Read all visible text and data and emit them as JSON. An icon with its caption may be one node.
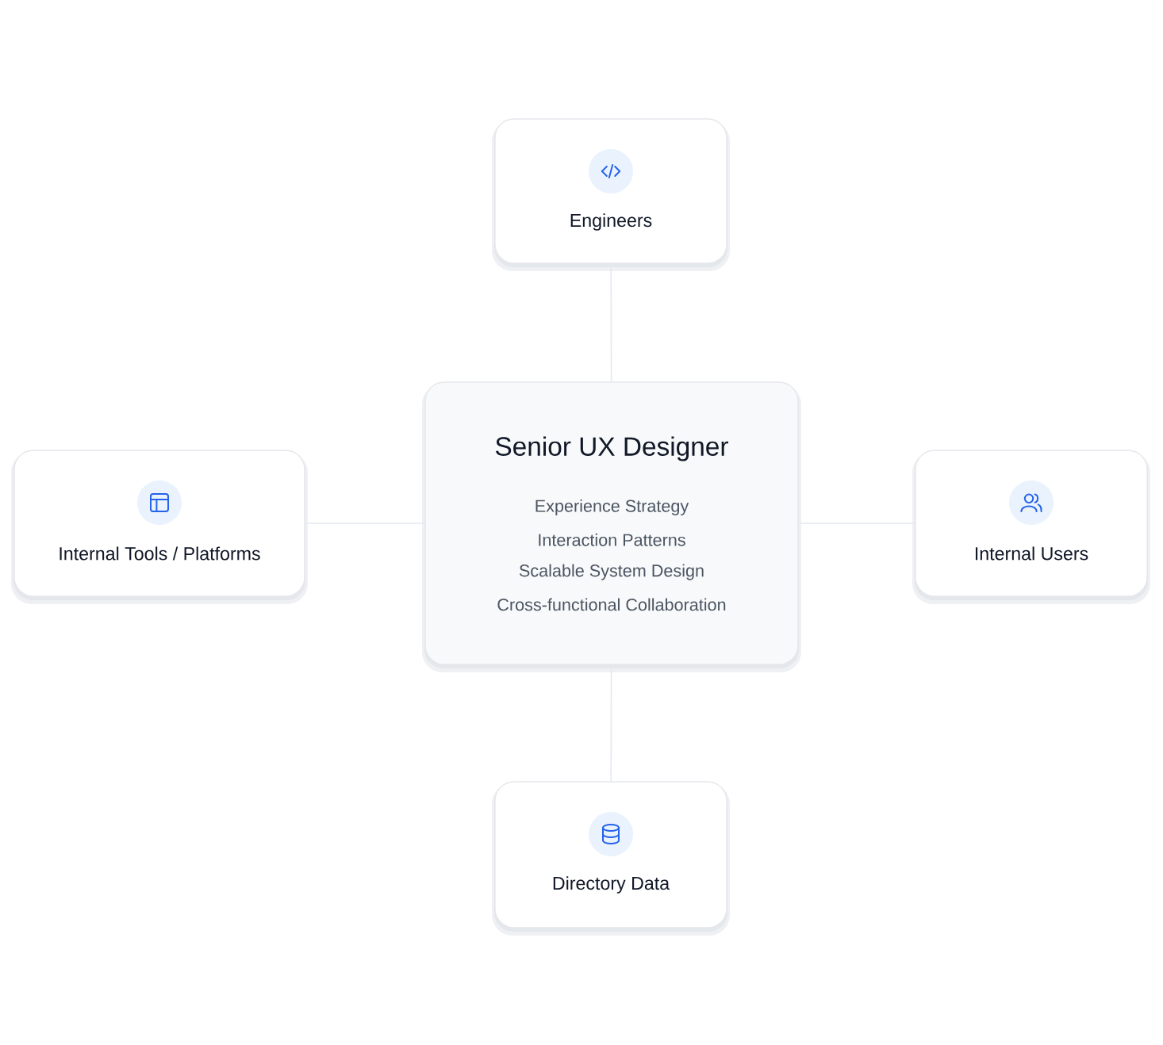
{
  "diagram": {
    "nodes": [
      {
        "text": [
          "Engineers"
        ]
      },
      {
        "text": [
          "Internal Tools / Platforms"
        ]
      },
      {
        "text": [
          "Senior UX Designer",
          "Experience Strategy",
          "Interaction Patterns",
          "Scalable System Design",
          "Cross-functional Collaboration"
        ]
      },
      {
        "text": [
          "Internal Users"
        ]
      },
      {
        "text": [
          "Directory Data"
        ]
      }
    ],
    "edges": [
      {
        "from": 2,
        "to": 0,
        "arrow": "none"
      },
      {
        "from": 2,
        "to": 1,
        "arrow": "none"
      },
      {
        "from": 2,
        "to": 3,
        "arrow": "none"
      },
      {
        "from": 2,
        "to": 4,
        "arrow": "none"
      }
    ]
  }
}
